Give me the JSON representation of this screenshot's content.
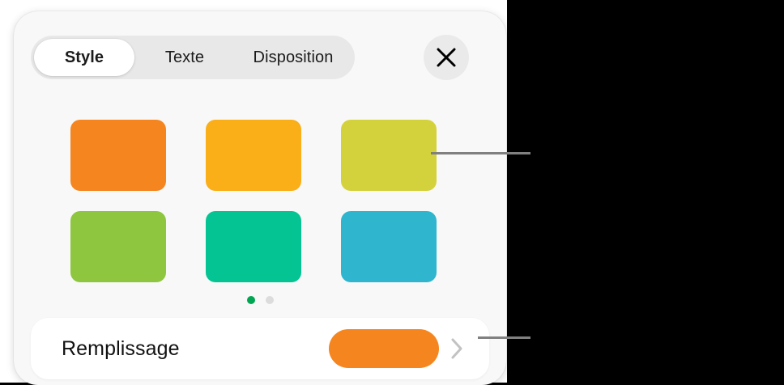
{
  "panel": {
    "name": "format-popover",
    "background": "#f8f8f8"
  },
  "header": {
    "tabs": [
      {
        "label": "Style",
        "selected": true
      },
      {
        "label": "Texte",
        "selected": false
      },
      {
        "label": "Disposition",
        "selected": false
      }
    ],
    "close_button": {
      "icon": "close-icon",
      "label": "×"
    }
  },
  "styles": {
    "swatches": [
      {
        "name": "orange",
        "color": "#F5851F"
      },
      {
        "name": "amber",
        "color": "#FAAE17"
      },
      {
        "name": "yellow-green",
        "color": "#D4D23C"
      },
      {
        "name": "green",
        "color": "#8EC63F"
      },
      {
        "name": "teal",
        "color": "#04C494"
      },
      {
        "name": "blue",
        "color": "#30B5CE"
      }
    ],
    "page_dots": {
      "count": 2,
      "active_index": 0,
      "active_color": "#00A651",
      "inactive_color": "#DCDCDC"
    }
  },
  "fill": {
    "label": "Remplissage",
    "swatch_color": "#F5851F",
    "chevron_icon": "chevron-right-icon"
  },
  "callouts": {
    "line_color": "#808080",
    "items": [
      {
        "name": "callout-line-style-swatch"
      },
      {
        "name": "callout-line-fill-row"
      }
    ]
  }
}
